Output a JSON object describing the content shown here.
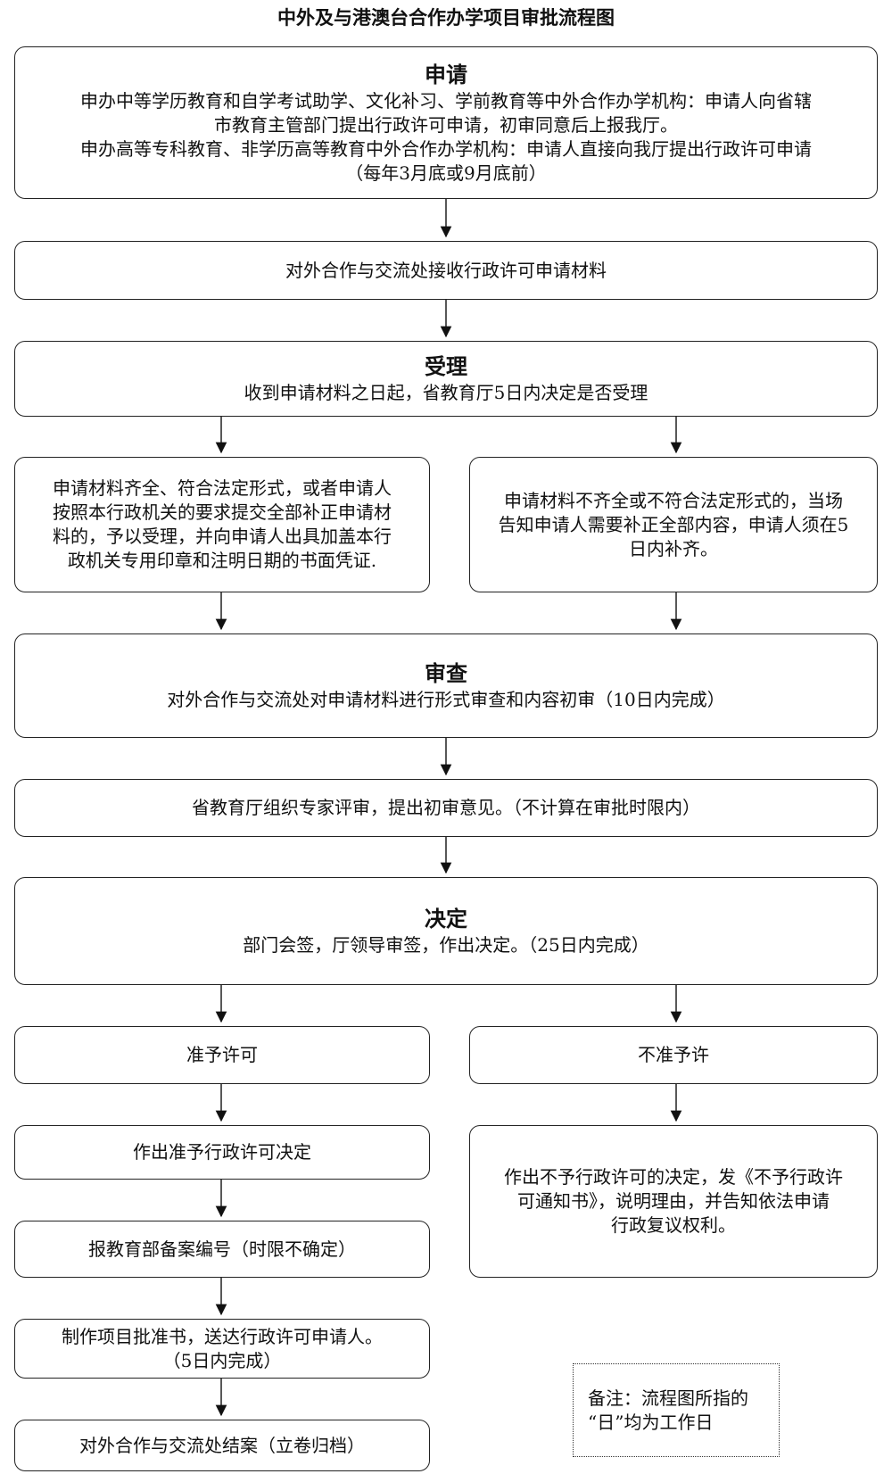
{
  "title": "中外及与港澳台合作办学项目审批流程图",
  "application": {
    "heading": "申请",
    "line1": "申办中等学历教育和自学考试助学、文化补习、学前教育等中外合作办学机构：申请人向省辖",
    "line2": "市教育主管部门提出行政许可申请，初审同意后上报我厅。",
    "line3": "申办高等专科教育、非学历高等教育中外合作办学机构：申请人直接向我厅提出行政许可申请",
    "line4": "（每年3月底或9月底前）"
  },
  "receive": {
    "text": "对外合作与交流处接收行政许可申请材料"
  },
  "acceptance": {
    "heading": "受理",
    "text": "收到申请材料之日起，省教育厅5日内决定是否受理"
  },
  "accept_ok": {
    "line1": "申请材料齐全、符合法定形式，或者申请人",
    "line2": "按照本行政机关的要求提交全部补正申请材",
    "line3": "料的，予以受理，并向申请人出具加盖本行",
    "line4": "政机关专用印章和注明日期的书面凭证."
  },
  "accept_fix": {
    "line1": "申请材料不齐全或不符合法定形式的，当场",
    "line2": "告知申请人需要补正全部内容，申请人须在5",
    "line3": "日内补齐。"
  },
  "review": {
    "heading": "审查",
    "text": "对外合作与交流处对申请材料进行形式审查和内容初审（10日内完成）"
  },
  "expert": {
    "text": "省教育厅组织专家评审，提出初审意见。（不计算在审批时限内）"
  },
  "decision": {
    "heading": "决定",
    "text": "部门会签，厅领导审签，作出决定。（25日内完成）"
  },
  "approve": {
    "text": "准予许可"
  },
  "reject": {
    "text": "不准予许"
  },
  "approve_decision": {
    "text": "作出准予行政许可决定"
  },
  "reject_decision": {
    "line1": "作出不予行政许可的决定，发《不予行政许",
    "line2": "可通知书》，说明理由，并告知依法申请",
    "line3": "行政复议权利。"
  },
  "register": {
    "text": "报教育部备案编号（时限不确定）"
  },
  "certificate": {
    "line1": "制作项目批准书，送达行政许可申请人。",
    "line2": "（5日内完成）"
  },
  "close": {
    "text": "对外合作与交流处结案（立卷归档）"
  },
  "note": {
    "line1": "备注：流程图所指的",
    "line2": "“日”均为工作日"
  }
}
